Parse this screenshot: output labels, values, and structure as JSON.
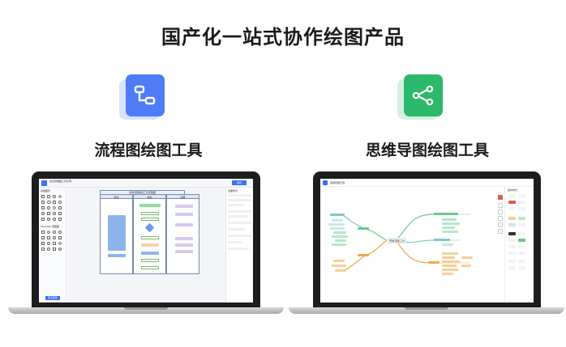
{
  "page": {
    "headline": "国产化一站式协作绘图产品"
  },
  "products": [
    {
      "name": "流程图绘图工具",
      "icon": "flowchart-icon",
      "accent": "#4e7cf6"
    },
    {
      "name": "思维导图绘图工具",
      "icon": "mindmap-icon",
      "accent": "#2db96b"
    }
  ],
  "flowchart_screen": {
    "title": "在线流程图工具示例",
    "save_label": "保存",
    "left_panel_title": "基础图形",
    "left_panel_section": "Flowchart 流程图",
    "bottom_button": "更多图形",
    "diagram_title": "采购流程审批工作流程图",
    "lanes": [
      "申请",
      "审批",
      "结果"
    ],
    "right_panel_title": "页面样式"
  },
  "mindmap_screen": {
    "title": "思维导图示例",
    "center_topic": "思维导图工具",
    "right_panel_title": "画布样式"
  },
  "colors": {
    "laptop_frame": "#1d1d1f",
    "brand_blue": "#3a6ff7",
    "mind_green": "#6cc78e",
    "mind_orange": "#f0a84a",
    "mind_teal": "#7fc8c6"
  }
}
